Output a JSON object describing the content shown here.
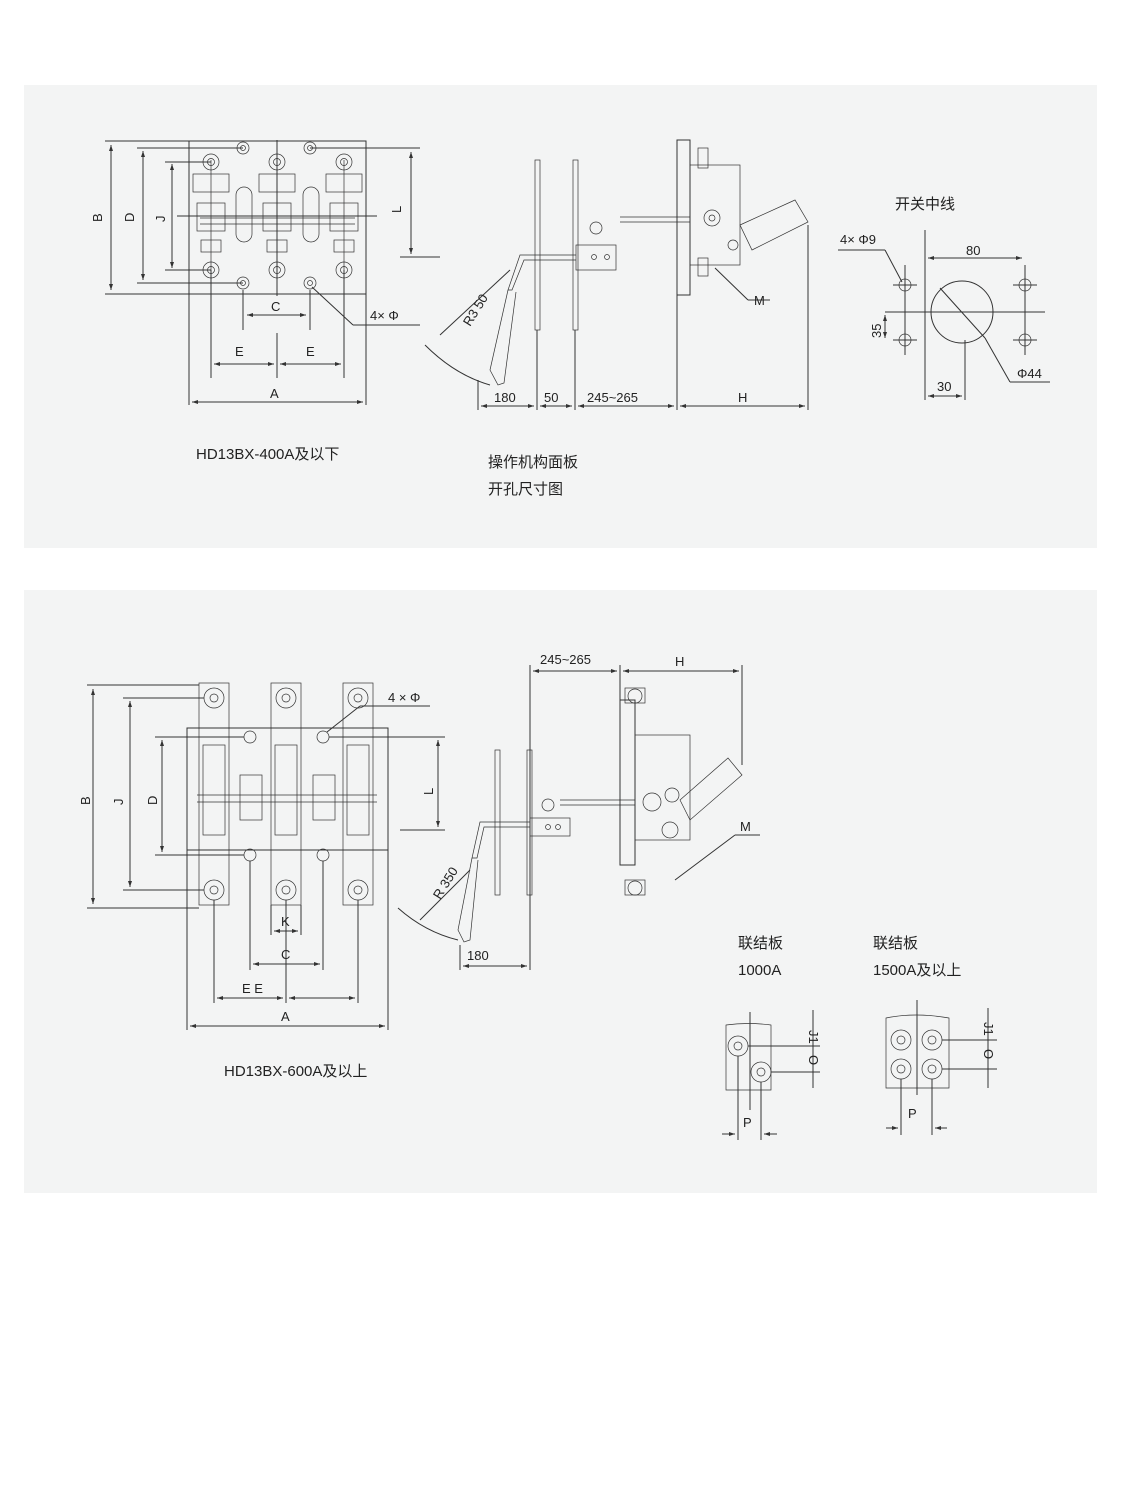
{
  "top_section": {
    "front_view": {
      "title": "HD13BX-400A及以下",
      "dims": {
        "B": "B",
        "D": "D",
        "J": "J",
        "L": "L",
        "C": "C",
        "E1": "E",
        "E2": "E",
        "A": "A",
        "holes": "4×  Φ"
      }
    },
    "side_view": {
      "radius": "R3 50",
      "dims": [
        "180",
        "50",
        "245~265",
        "H"
      ],
      "M": "M",
      "caption_line1": "操作机构面板",
      "caption_line2": "开孔尺寸图"
    },
    "cutout": {
      "title": "开关中线",
      "holes": "4× Φ9",
      "width": "80",
      "height": "35",
      "offset": "30",
      "diameter": "Φ44"
    }
  },
  "bottom_section": {
    "front_view": {
      "title": "HD13BX-600A及以上",
      "dims": {
        "B": "B",
        "J": "J",
        "D": "D",
        "L": "L",
        "K": "K",
        "C": "C",
        "EE": "E E",
        "A": "A",
        "holes": "4 × Φ"
      }
    },
    "side_view": {
      "radius": "R 350",
      "dims": [
        "245~265",
        "H",
        "180"
      ],
      "M": "M"
    },
    "link_plates": [
      {
        "title": "联结板",
        "rating": "1000A",
        "J1": "J1",
        "O": "O",
        "P": "P"
      },
      {
        "title": "联结板",
        "rating": "1500A及以上",
        "J1": "J1",
        "O": "O",
        "P": "P"
      }
    ]
  }
}
